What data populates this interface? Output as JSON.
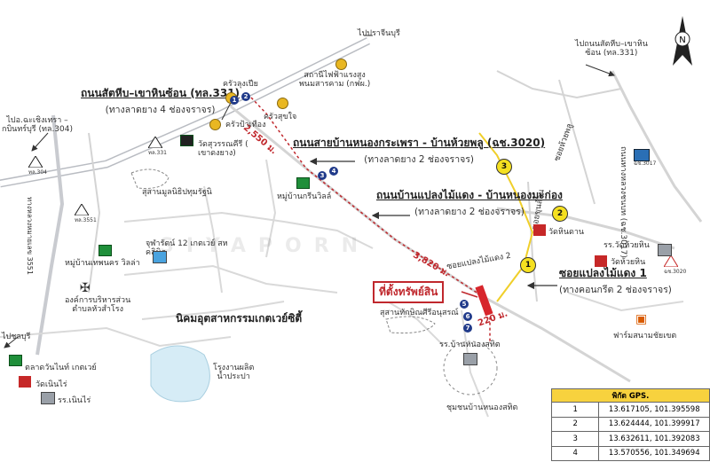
{
  "watermark": "SIYAPORN",
  "roads": {
    "r331": {
      "name": "ถนนสัตหีบ–เขาหินซ้อน (ทล.331)",
      "sub": "(ทางลาดยาง 4 ช่องจราจร)"
    },
    "r3020": {
      "name": "ถนนสายบ้านหนองกระเพรา - บ้านห้วยพลู (ฉช.3020)",
      "sub": "(ทางลาดยาง 2 ช่องจราจร)"
    },
    "rmak": {
      "name": "ถนนบ้านแปลงไม้แดง - บ้านหนองมะก่อง",
      "sub": "(ทางลาดยาง 2 ช่องจราจร)"
    },
    "soi1": {
      "name": "ซอยแปลงไม้แดง 1",
      "sub": "(ทางคอนกรีต 2 ช่องจราจร)"
    }
  },
  "distances": {
    "d1": "2,550 ม.",
    "d2": "3,820 ม.",
    "d3": "220 ม."
  },
  "property_label": "ที่ตั้งทรัพย์สิน",
  "labels": {
    "prachinburi": "ไปปราจีนบุรี",
    "satthip_top": "ไปถนนสัตหีบ–เขาหิน\nซ้อน (ทล.331)",
    "chachoengsao": "ไปอ.ฉะเชิงเทรา –\nกบินทร์บุรี (ทล.304)",
    "chonburi": "ไปชลบุรี",
    "kruthai": "ครัวลุงเปีย",
    "kruasukjai": "ครัวสุขใจ",
    "kruapa": "ครัวป้าเทือง",
    "substation": "สถานีไฟฟ้าแรงสูง\nพนมสารคาม (กฟผ.)",
    "watsuwan": "วัดสุวรรณคีรี (\nเขาดงยาง)",
    "cemetery1": "สุสานมูลนิธิปทุมรัฐนิ",
    "village1": "หมู่บ้านกรีนวิลล์",
    "jularat": "จุฬารัตน์ 12 เกตเวย์ สห\nคลินิก",
    "village2": "หมู่บ้านเทพนคร วิลล่า",
    "tambon": "องค์การบริหารส่วน\nตำบลหัวสำโรง",
    "estate": "นิคมอุตสาหกรรมเกตเวย์ซิตี้",
    "market": "ตลาดวันไนท์ เกตเวย์",
    "watnoenrai": "วัดเนินไร่",
    "schoolnoen": "รร.เนินไร่",
    "waterplant": "โรงงานผลิต\nน้ำประปา",
    "road3017": "ถนนทางหลวงชนบท (ฉช.3017)",
    "soihuaiphlu": "ซอยห้วยพลู",
    "soipalm": "ซอยขุนล้าน",
    "soimai2": "ซอยแปลงไม้แดง 2",
    "watnintan": "วัดหินดาน",
    "schoolhuaihin": "รร.วัดห้วยหิน",
    "wathuaihin": "วัดห้วยหิน",
    "cemetery2": "สุสานทักษิณศีรีอนุสรณ์",
    "schoolnongsak": "รร.บ้านหนองสทิต",
    "farm": "ฟาร์มสนามชัยเขต",
    "community": "ชุมชนบ้านหนองสทิต",
    "hwy3551": "ทางหลวงหมายเลข 3551"
  },
  "shields": {
    "s1": "ทล.331",
    "s2": "ทล.304",
    "s3": "ฉช.3017",
    "s4": "ทล.3551",
    "s5": "ฉช.3020"
  },
  "pins": [
    "1",
    "2",
    "3"
  ],
  "badges": [
    "1",
    "2",
    "3",
    "4",
    "5",
    "6",
    "7"
  ],
  "gps": {
    "header": "พิกัด GPS.",
    "rows": [
      {
        "n": "1",
        "v": "13.617105, 101.395598"
      },
      {
        "n": "2",
        "v": "13.624444, 101.399917"
      },
      {
        "n": "3",
        "v": "13.632611, 101.392083"
      },
      {
        "n": "4",
        "v": "13.570556, 101.349694"
      }
    ]
  },
  "compass": "N",
  "colors": {
    "route": "#c0282d",
    "pin": "#f5e020",
    "road": "#d4d4d4",
    "highway_stroke": "#b9bcc2"
  }
}
